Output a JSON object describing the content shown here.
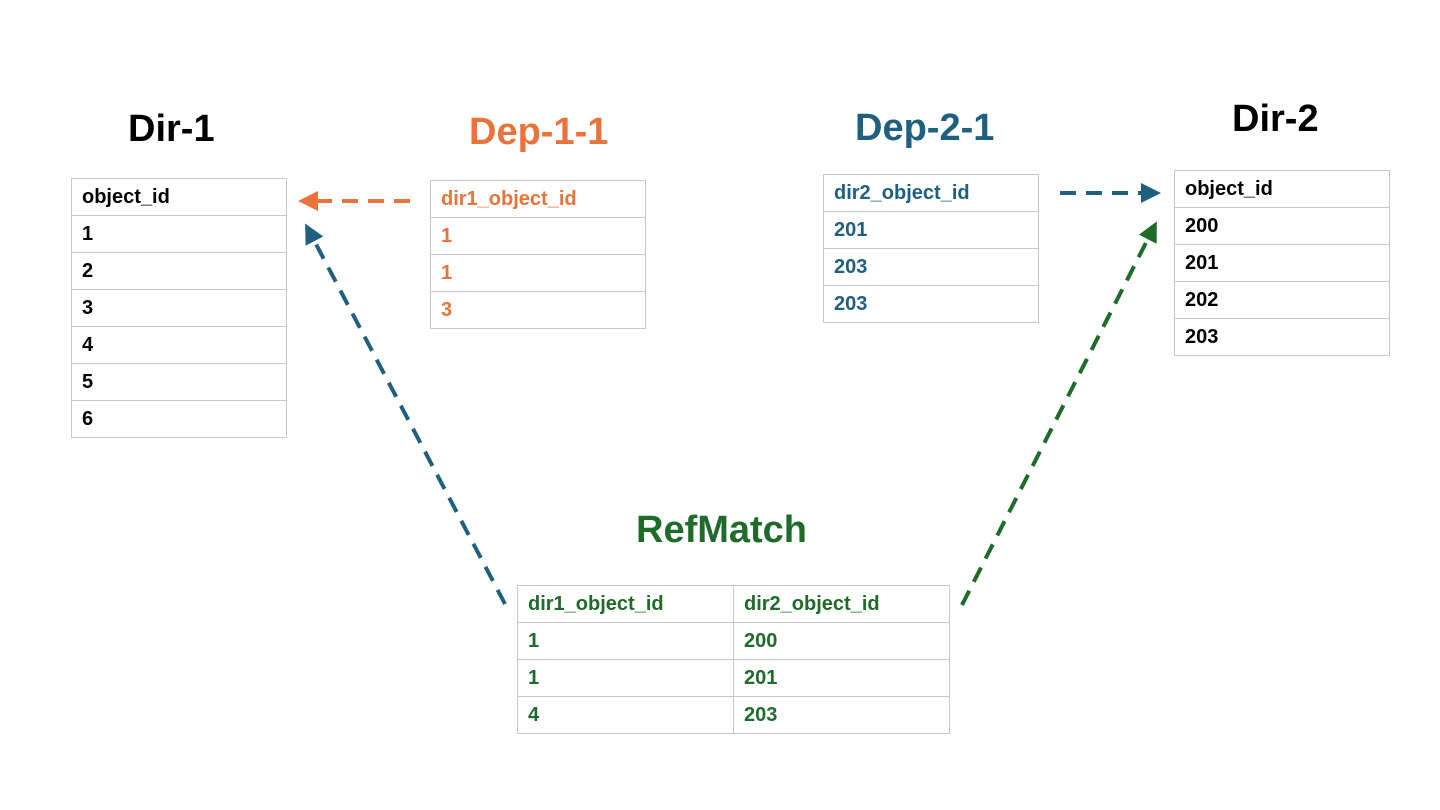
{
  "colors": {
    "dir": "#000000",
    "dep1": "#e8743b",
    "dep2": "#1f6080",
    "ref": "#1e6b2a",
    "border": "#c8c8c8"
  },
  "dir1": {
    "title": "Dir-1",
    "header": "object_id",
    "rows": [
      "1",
      "2",
      "3",
      "4",
      "5",
      "6"
    ]
  },
  "dep11": {
    "title": "Dep-1-1",
    "header": "dir1_object_id",
    "rows": [
      "1",
      "1",
      "3"
    ]
  },
  "dep21": {
    "title": "Dep-2-1",
    "header": "dir2_object_id",
    "rows": [
      "201",
      "203",
      "203"
    ]
  },
  "dir2": {
    "title": "Dir-2",
    "header": "object_id",
    "rows": [
      "200",
      "201",
      "202",
      "203"
    ]
  },
  "refmatch": {
    "title": "RefMatch",
    "headers": [
      "dir1_object_id",
      "dir2_object_id"
    ],
    "rows": [
      [
        "1",
        "200"
      ],
      [
        "1",
        "201"
      ],
      [
        "4",
        "203"
      ]
    ]
  }
}
